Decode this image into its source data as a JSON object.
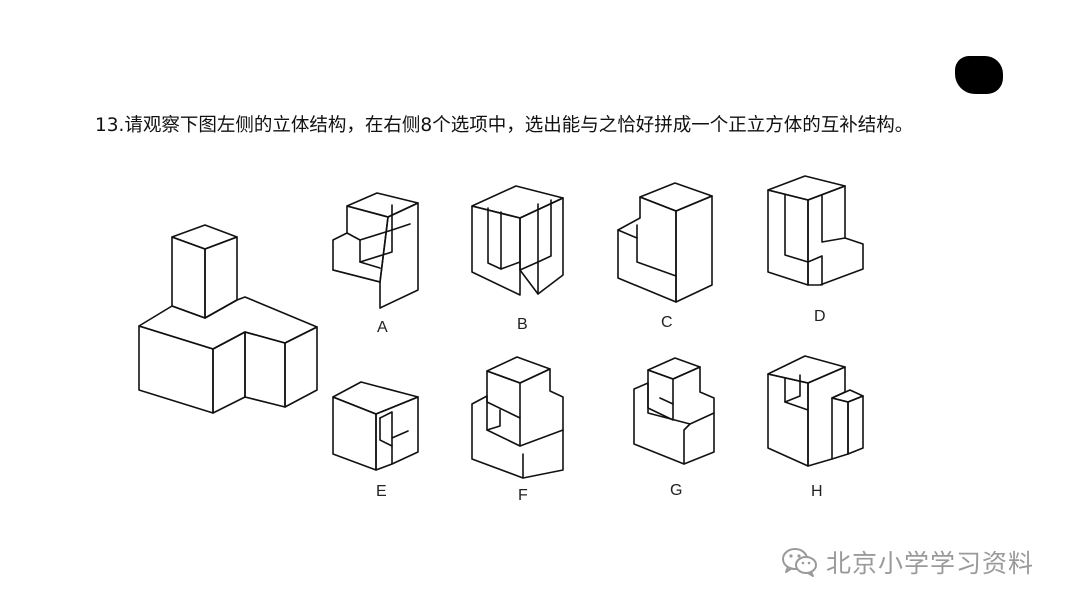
{
  "question": {
    "text": "13.请观察下图左侧的立体结构，在右侧8个选项中，选出能与之恰好拼成一个正立方体的互补结构。"
  },
  "options": [
    {
      "id": "A",
      "label": "A"
    },
    {
      "id": "B",
      "label": "B"
    },
    {
      "id": "C",
      "label": "C"
    },
    {
      "id": "D",
      "label": "D"
    },
    {
      "id": "E",
      "label": "E"
    },
    {
      "id": "F",
      "label": "F"
    },
    {
      "id": "G",
      "label": "G"
    },
    {
      "id": "H",
      "label": "H"
    }
  ],
  "watermark": {
    "text": "北京小学学习资料",
    "icon": "wechat-icon",
    "color": "#9a9a9a"
  },
  "colors": {
    "ink": "#111111",
    "background": "#ffffff"
  }
}
